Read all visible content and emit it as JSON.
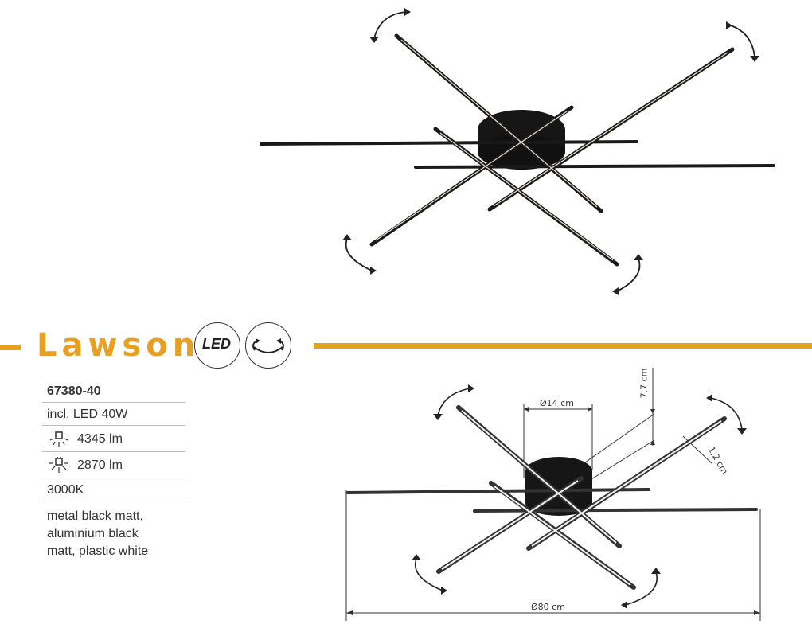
{
  "product": {
    "name": "Lawson",
    "badges": {
      "led": "LED"
    },
    "code": "67380-40",
    "led_power": "incl. LED 40W",
    "lumen_bright": "4345 lm",
    "lumen_dim": "2870 lm",
    "color_temp": "3000K",
    "material": [
      "metal black matt,",
      "aluminium black",
      "matt, plastic white"
    ]
  },
  "dimensions": {
    "canopy_diameter": "Ø14 cm",
    "total_diameter": "Ø80 cm",
    "height": "7,7 cm",
    "arm_thickness": "1,2 cm"
  },
  "colors": {
    "accent": "#E8A023",
    "lamp": "#1a1a1a"
  }
}
